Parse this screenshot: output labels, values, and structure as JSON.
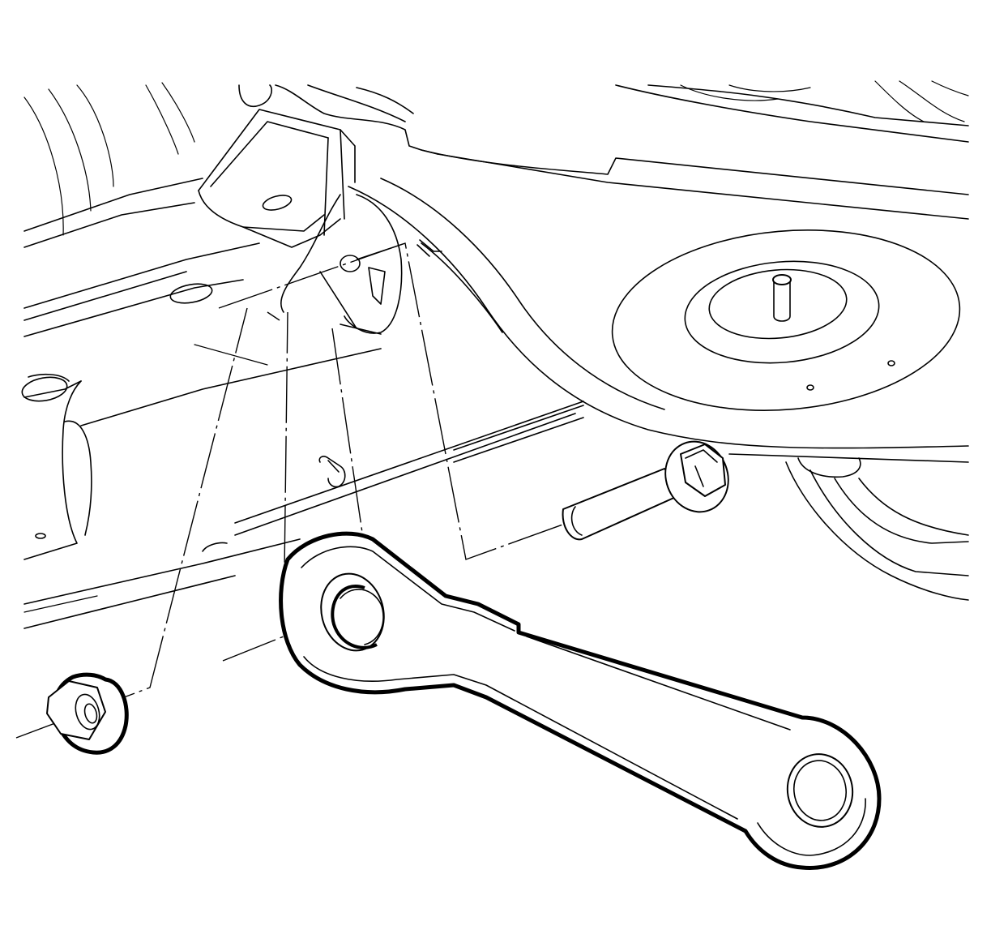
{
  "diagram": {
    "components": [
      {
        "name": "rear-crossmember-frame"
      },
      {
        "name": "mounting-bracket"
      },
      {
        "name": "spring-seat-with-stud"
      },
      {
        "name": "lateral-link-arm"
      },
      {
        "name": "flange-bolt"
      },
      {
        "name": "flange-nut"
      },
      {
        "name": "locating-pin"
      }
    ],
    "labels": []
  }
}
